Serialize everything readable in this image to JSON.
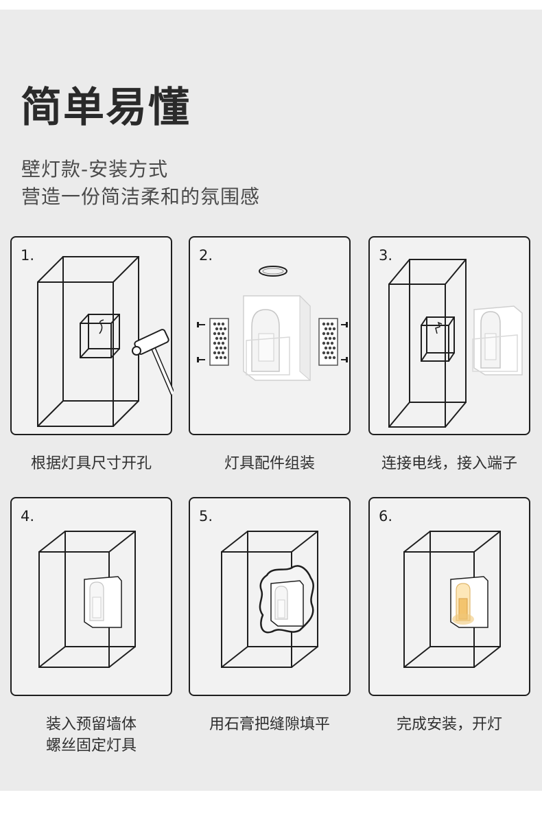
{
  "title": "简单易懂",
  "subtitle": {
    "line1": "壁灯款-安装方式",
    "line2": "营造一份简洁柔和的氛围感"
  },
  "steps": [
    {
      "number": "1.",
      "caption": [
        "根据灯具尺寸开孔"
      ],
      "icon": "wall-hole-hammer"
    },
    {
      "number": "2.",
      "caption": [
        "灯具配件组装"
      ],
      "icon": "lamp-parts-assembly"
    },
    {
      "number": "3.",
      "caption": [
        "连接电线，接入端子"
      ],
      "icon": "wire-connection"
    },
    {
      "number": "4.",
      "caption": [
        "装入预留墙体",
        "螺丝固定灯具"
      ],
      "icon": "lamp-in-wall"
    },
    {
      "number": "5.",
      "caption": [
        "用石膏把缝隙填平"
      ],
      "icon": "plaster-fill"
    },
    {
      "number": "6.",
      "caption": [
        "完成安装，开灯"
      ],
      "icon": "lamp-lit"
    }
  ],
  "colors": {
    "background": "#ebebeb",
    "panel": "#f2f2f2",
    "stroke": "#1e1e1e",
    "lamp": "#ffffff",
    "glow": "#e8b860"
  }
}
